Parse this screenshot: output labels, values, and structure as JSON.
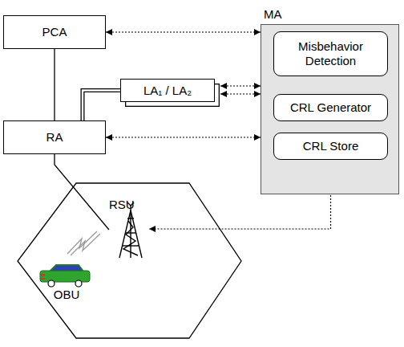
{
  "diagram": {
    "nodes": [
      {
        "text": [
          "PCA"
        ]
      },
      {
        "text": [
          "MA"
        ]
      },
      {
        "text": [
          "Misbehavior Detection"
        ],
        "in": 1
      },
      {
        "text": [
          "CRL Generator"
        ],
        "in": 1
      },
      {
        "text": [
          "CRL Store"
        ],
        "in": 1
      },
      {
        "text": [
          "LA₁ / LA₂"
        ]
      },
      {
        "text": [
          "RA"
        ]
      },
      {
        "text": [
          "RSU"
        ]
      },
      {
        "text": [
          "OBU"
        ]
      }
    ],
    "edges": [
      {
        "from": 0,
        "to": 1,
        "arrow": "both"
      },
      {
        "from": 0,
        "to": 6,
        "arrow": "none"
      },
      {
        "from": 5,
        "to": 1,
        "arrow": "both"
      },
      {
        "from": 5,
        "to": 1,
        "arrow": "both"
      },
      {
        "from": 5,
        "to": 6,
        "arrow": "none"
      },
      {
        "from": 6,
        "to": 1,
        "arrow": "both"
      },
      {
        "from": 3,
        "to": 4,
        "arrow": "to"
      },
      {
        "from": 6,
        "to": 7,
        "arrow": "none"
      },
      {
        "from": 4,
        "to": 7,
        "arrow": "to"
      }
    ]
  }
}
